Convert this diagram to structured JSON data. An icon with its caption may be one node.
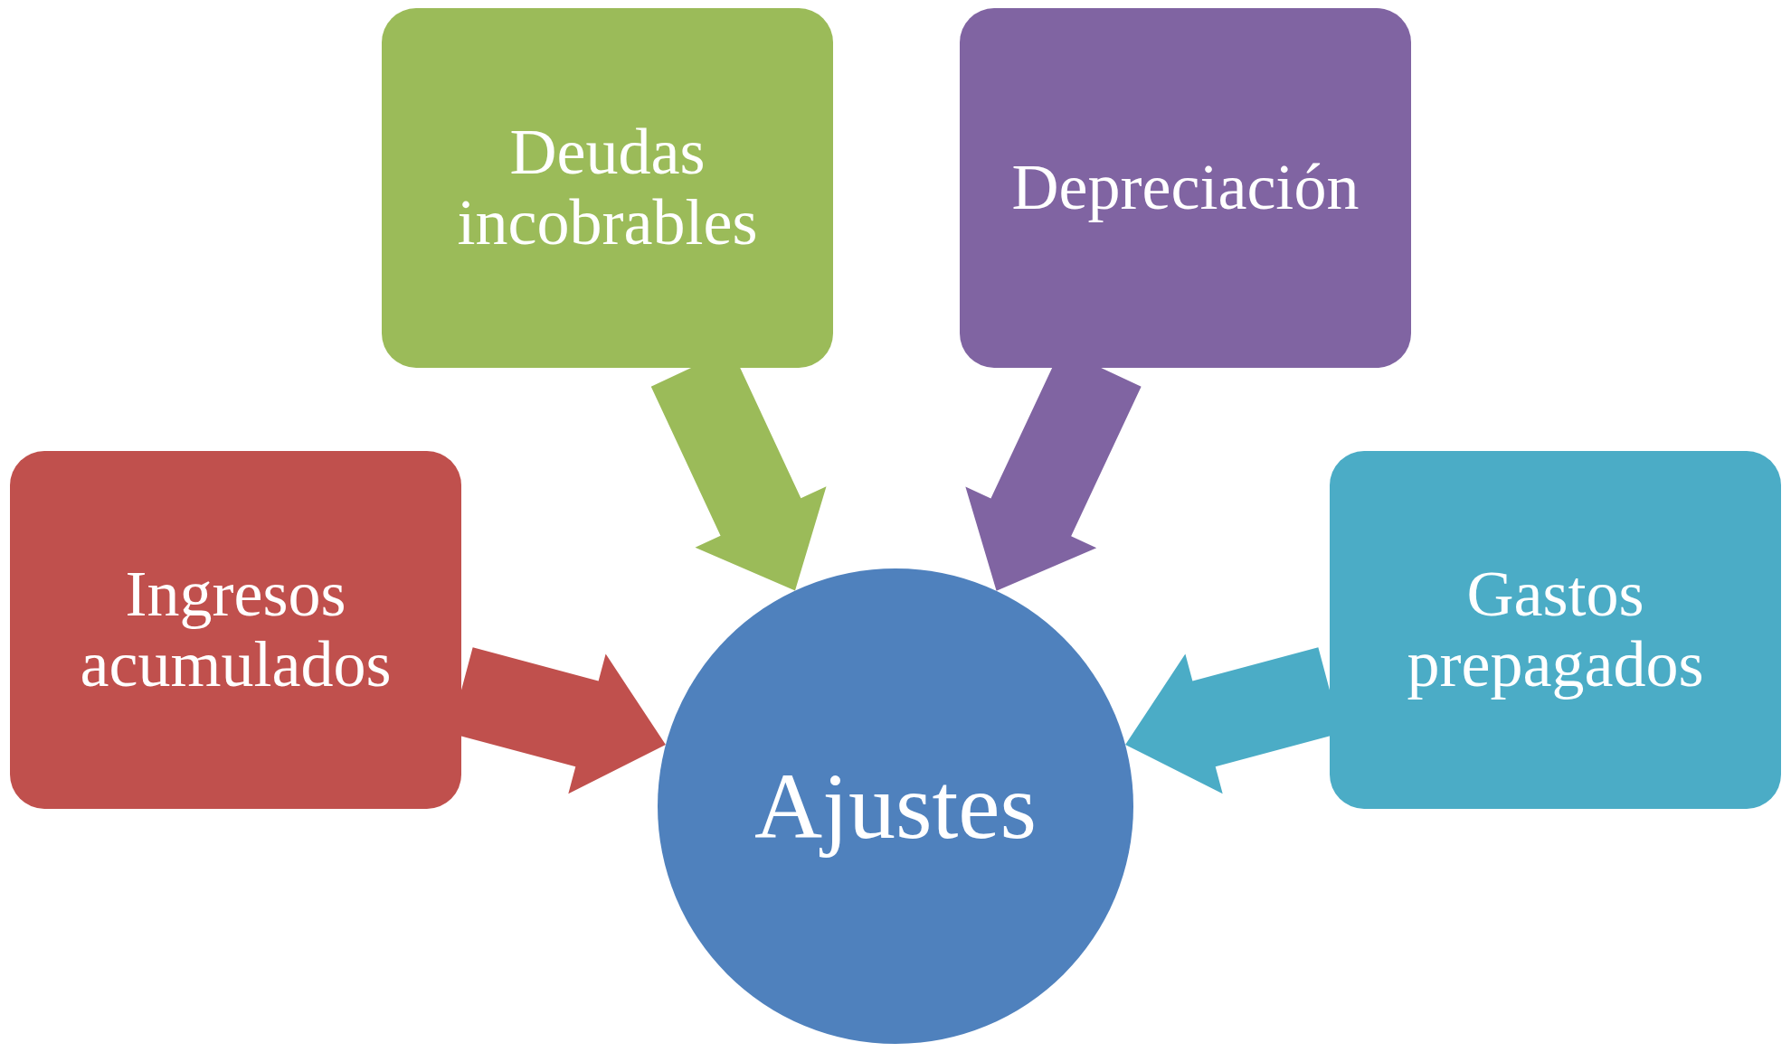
{
  "diagram": {
    "nodes": [
      {
        "text": [
          "Deudas incobrables"
        ]
      },
      {
        "text": [
          "Depreciación"
        ]
      },
      {
        "text": [
          "Ingresos acumulados"
        ]
      },
      {
        "text": [
          "Gastos prepagados"
        ]
      },
      {
        "text": [
          "Ajustes"
        ]
      }
    ],
    "edges": [
      {
        "from": 0,
        "to": 4,
        "arrow": "to",
        "color": "#9bbb59"
      },
      {
        "from": 1,
        "to": 4,
        "arrow": "to",
        "color": "#8064a2"
      },
      {
        "from": 2,
        "to": 4,
        "arrow": "to",
        "color": "#c0504d"
      },
      {
        "from": 3,
        "to": 4,
        "arrow": "to",
        "color": "#4bacc6"
      }
    ]
  }
}
